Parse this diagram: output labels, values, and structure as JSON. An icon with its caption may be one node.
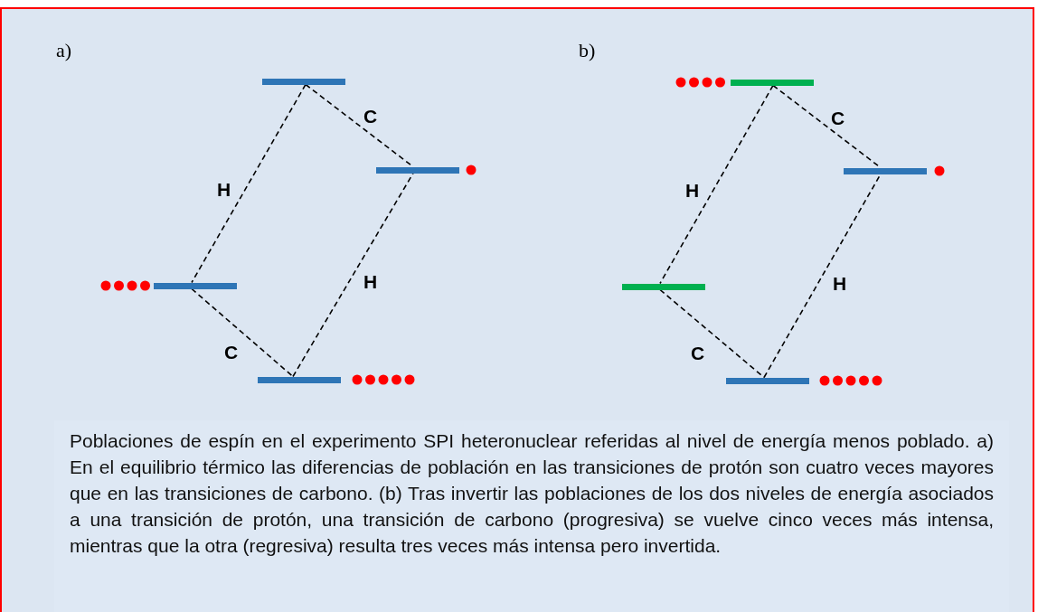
{
  "diagram": {
    "caption": "Poblaciones de espín en el experimento SPI heteronuclear referidas al nivel de energía menos poblado. a) En el equilibrio térmico las diferencias de población en las transiciones de protón son cuatro veces mayores que en las transiciones de carbono. (b) Tras invertir las poblaciones de los dos niveles de energía asociados a una transición de protón, una transición de carbono (progresiva) se vuelve cinco veces más intensa, mientras que la otra (regresiva) resulta tres veces más intensa pero invertida.",
    "nodes": [
      {
        "text": [],
        "shape": "bar"
      },
      {
        "text": [],
        "shape": "bar"
      },
      {
        "text": [],
        "shape": "bar"
      },
      {
        "text": [],
        "shape": "bar"
      },
      {
        "text": [],
        "shape": "bar"
      },
      {
        "text": [],
        "shape": "bar"
      },
      {
        "text": [],
        "shape": "bar"
      },
      {
        "text": [],
        "shape": "bar"
      }
    ],
    "edges": [
      {
        "from": 0,
        "to": 1,
        "arrow": "none",
        "label": "C",
        "style": "dashed"
      },
      {
        "from": 0,
        "to": 2,
        "arrow": "none",
        "label": "H",
        "style": "dashed"
      },
      {
        "from": 2,
        "to": 3,
        "arrow": "none",
        "label": "C",
        "style": "dashed"
      },
      {
        "from": 3,
        "to": 1,
        "arrow": "none",
        "label": "H",
        "style": "dashed"
      },
      {
        "from": 4,
        "to": 5,
        "arrow": "none",
        "label": "C",
        "style": "dashed"
      },
      {
        "from": 4,
        "to": 6,
        "arrow": "none",
        "label": "H",
        "style": "dashed"
      },
      {
        "from": 6,
        "to": 7,
        "arrow": "none",
        "label": "C",
        "style": "dashed"
      },
      {
        "from": 7,
        "to": 5,
        "arrow": "none",
        "label": "H",
        "style": "dashed"
      }
    ],
    "labels": [
      "a)",
      "b)"
    ]
  }
}
